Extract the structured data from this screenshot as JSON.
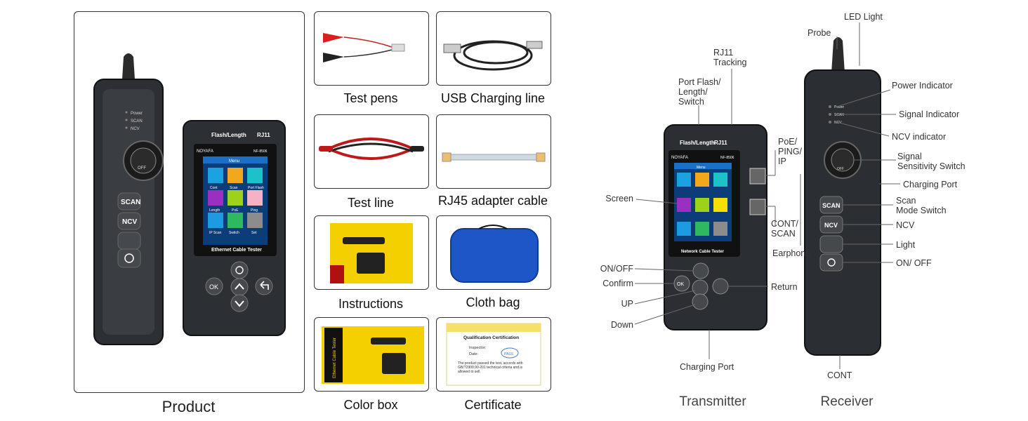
{
  "product_label": "Product",
  "accessories": [
    {
      "label": "Test pens"
    },
    {
      "label": "USB Charging line"
    },
    {
      "label": "Test line"
    },
    {
      "label": "RJ45 adapter cable"
    },
    {
      "label": "Instructions"
    },
    {
      "label": "Cloth bag"
    },
    {
      "label": "Color box"
    },
    {
      "label": "Certificate"
    }
  ],
  "device": {
    "brand": "NOYAFA",
    "model": "NF-8506",
    "header": "Flash/Length",
    "header_rj": "RJ11",
    "screen_title": "Menu",
    "screen_footer": "Ethernet Cable Tester",
    "screen_footer_diagram": "Network Cable Tester",
    "menu_items": [
      "Cont",
      "Scan",
      "Port Flash",
      "Length",
      "PoE",
      "Ping",
      "IP Scan",
      "Switch",
      "Set"
    ],
    "receiver_indicators": [
      "Power",
      "SCAN",
      "NCV"
    ],
    "receiver_buttons": [
      "SCAN",
      "NCV"
    ],
    "knob_label": "OFF",
    "ok_label": "OK"
  },
  "certificate": {
    "title": "Qualification Certification",
    "inspector": "Inspector:",
    "date": "Date:",
    "stamp": "PASS",
    "text": "The product passed the test, accords with GB/T2900.90-201 technical criteria and is allowed to sell."
  },
  "box_text": "Ethernet Cable Tester",
  "diagram": {
    "labels_left": [
      "Screen",
      "ON/OFF",
      "Confirm",
      "UP",
      "Down"
    ],
    "port_flash": "Port Flash/\nLength/\nSwitch",
    "rj11_tracking": "RJ11\nTracking",
    "poe": "PoE/\nPING/\nIP",
    "cont_scan": "CONT/\nSCAN",
    "earphone": "Earphone",
    "return": "Return",
    "charging_port_bottom": "Charging Port",
    "probe": "Probe",
    "led_light": "LED Light",
    "labels_right": [
      "Power Indicator",
      "Signal Indicator",
      "NCV indicator",
      "Signal\nSensitivity Switch",
      "Charging Port",
      "Scan\nMode Switch",
      "NCV",
      "Light",
      "ON/ OFF"
    ],
    "cont": "CONT",
    "transmitter": "Transmitter",
    "receiver": "Receiver"
  }
}
